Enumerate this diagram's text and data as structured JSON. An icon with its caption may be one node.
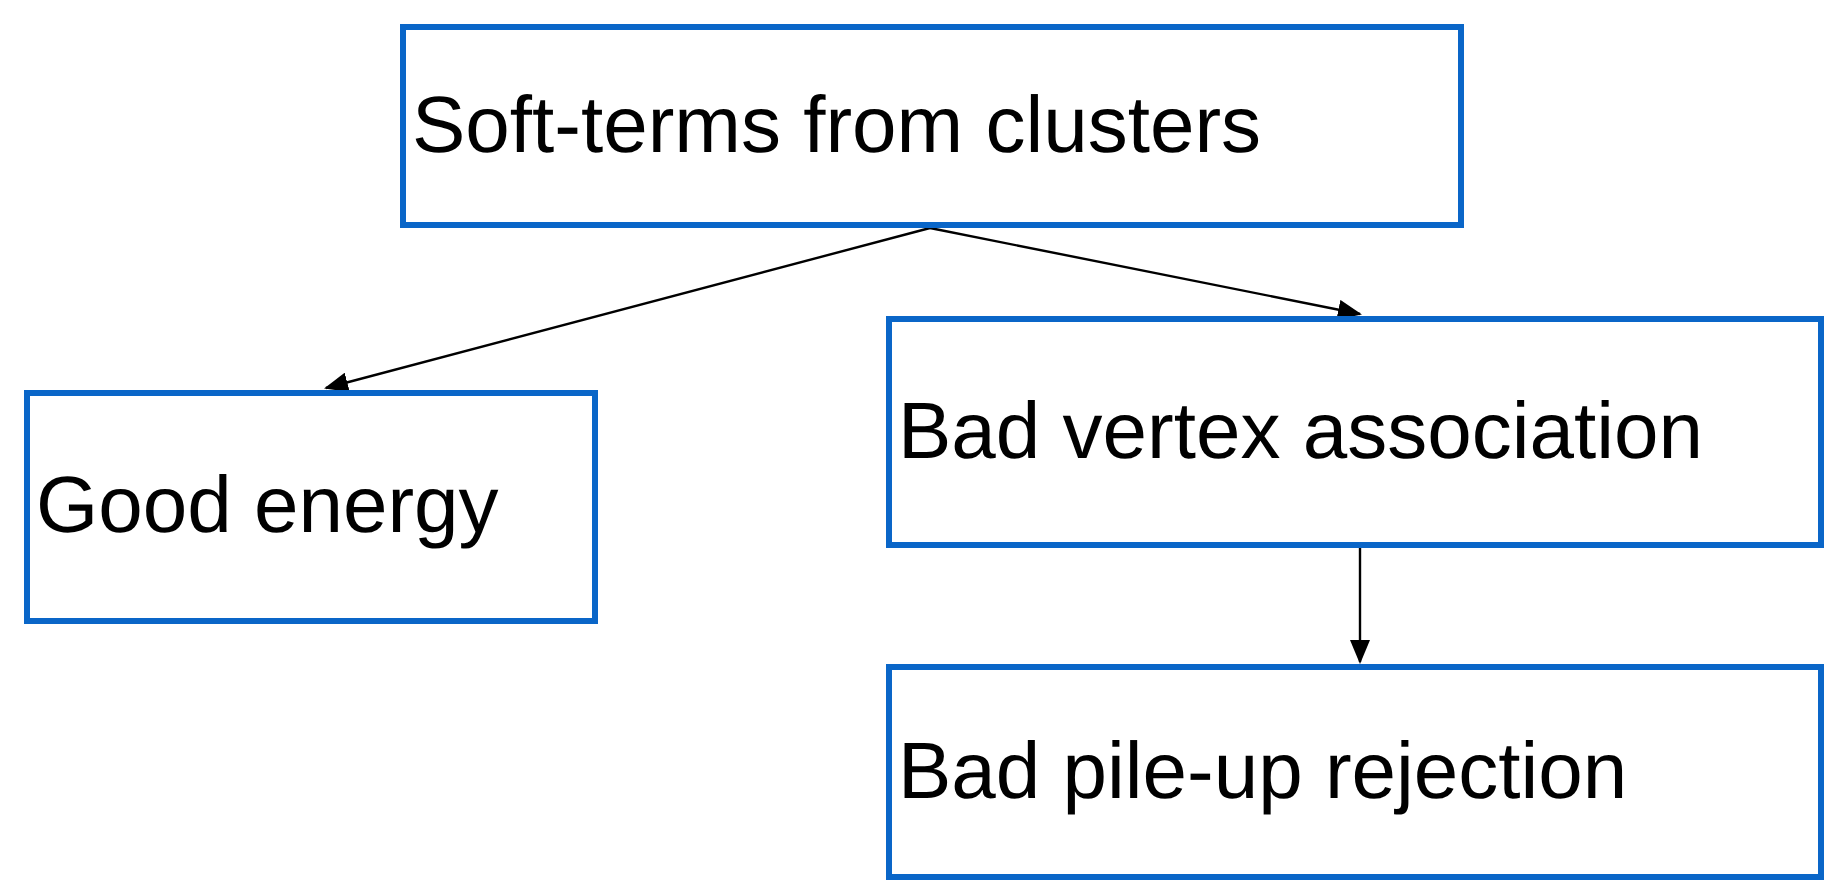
{
  "diagram": {
    "nodes": [
      {
        "text": [
          "Soft-terms from clusters"
        ]
      },
      {
        "text": [
          "Good energy"
        ]
      },
      {
        "text": [
          "Bad vertex association"
        ]
      },
      {
        "text": [
          "Bad pile-up rejection"
        ]
      }
    ],
    "edges": [
      {
        "from": 0,
        "to": 1,
        "arrow": "to"
      },
      {
        "from": 0,
        "to": 2,
        "arrow": "to"
      },
      {
        "from": 2,
        "to": 3,
        "arrow": "to"
      }
    ]
  }
}
